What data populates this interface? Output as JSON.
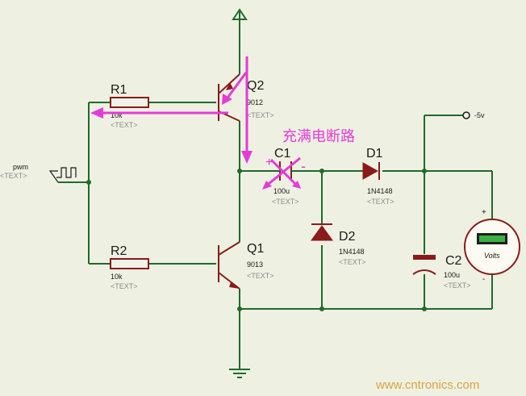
{
  "title_annotation": "充满电断路",
  "watermark": "www.cntronics.com",
  "source": {
    "name": "pwm",
    "placeholder": "<TEXT>"
  },
  "supply": {
    "label": "-5v"
  },
  "resistors": [
    {
      "ref": "R1",
      "value": "10k",
      "placeholder": "<TEXT>"
    },
    {
      "ref": "R2",
      "value": "10k",
      "placeholder": "<TEXT>"
    }
  ],
  "transistors": [
    {
      "ref": "Q2",
      "value": "9012",
      "placeholder": "<TEXT>"
    },
    {
      "ref": "Q1",
      "value": "9013",
      "placeholder": "<TEXT>"
    }
  ],
  "capacitors": [
    {
      "ref": "C1",
      "value": "100u",
      "placeholder": "<TEXT>"
    },
    {
      "ref": "C2",
      "value": "100u",
      "placeholder": "<TEXT>"
    }
  ],
  "diodes": [
    {
      "ref": "D1",
      "value": "1N4148",
      "placeholder": "<TEXT>"
    },
    {
      "ref": "D2",
      "value": "1N4148",
      "placeholder": "<TEXT>"
    }
  ],
  "voltmeter": {
    "unit": "Volts",
    "plus": "+",
    "minus": "-"
  },
  "c1_marks": {
    "plus": "+",
    "minus": "-"
  },
  "colors": {
    "wire": "#1f6b2a",
    "component": "#8b1a1a",
    "annotation": "#e43ad6",
    "meter_display": "#3cb043",
    "watermark": "#d9a441"
  }
}
